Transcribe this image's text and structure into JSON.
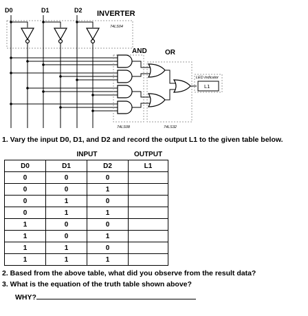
{
  "circuit": {
    "inputs": [
      "D0",
      "D1",
      "D2"
    ],
    "inverter_title": "INVERTER",
    "inverter_chip": "74LS04",
    "and_title": "AND",
    "or_title": "OR",
    "and_chip": "74LS08",
    "or_chip": "74LS32",
    "led_label": "LED indicator",
    "output_label": "L1"
  },
  "questions": {
    "q1": "1. Vary the input D0, D1, and D2 and record the output L1 to the given table below.",
    "q2": "2. Based from the above table, what did you observe from the result data?",
    "q3": "3. What is the equation of the truth table shown above?",
    "why": "WHY?"
  },
  "table": {
    "group_input": "INPUT",
    "group_output": "OUTPUT",
    "headers": [
      "D0",
      "D1",
      "D2",
      "L1"
    ],
    "rows": [
      [
        "0",
        "0",
        "0",
        ""
      ],
      [
        "0",
        "0",
        "1",
        ""
      ],
      [
        "0",
        "1",
        "0",
        ""
      ],
      [
        "0",
        "1",
        "1",
        ""
      ],
      [
        "1",
        "0",
        "0",
        ""
      ],
      [
        "1",
        "0",
        "1",
        ""
      ],
      [
        "1",
        "1",
        "0",
        ""
      ],
      [
        "1",
        "1",
        "1",
        ""
      ]
    ]
  }
}
